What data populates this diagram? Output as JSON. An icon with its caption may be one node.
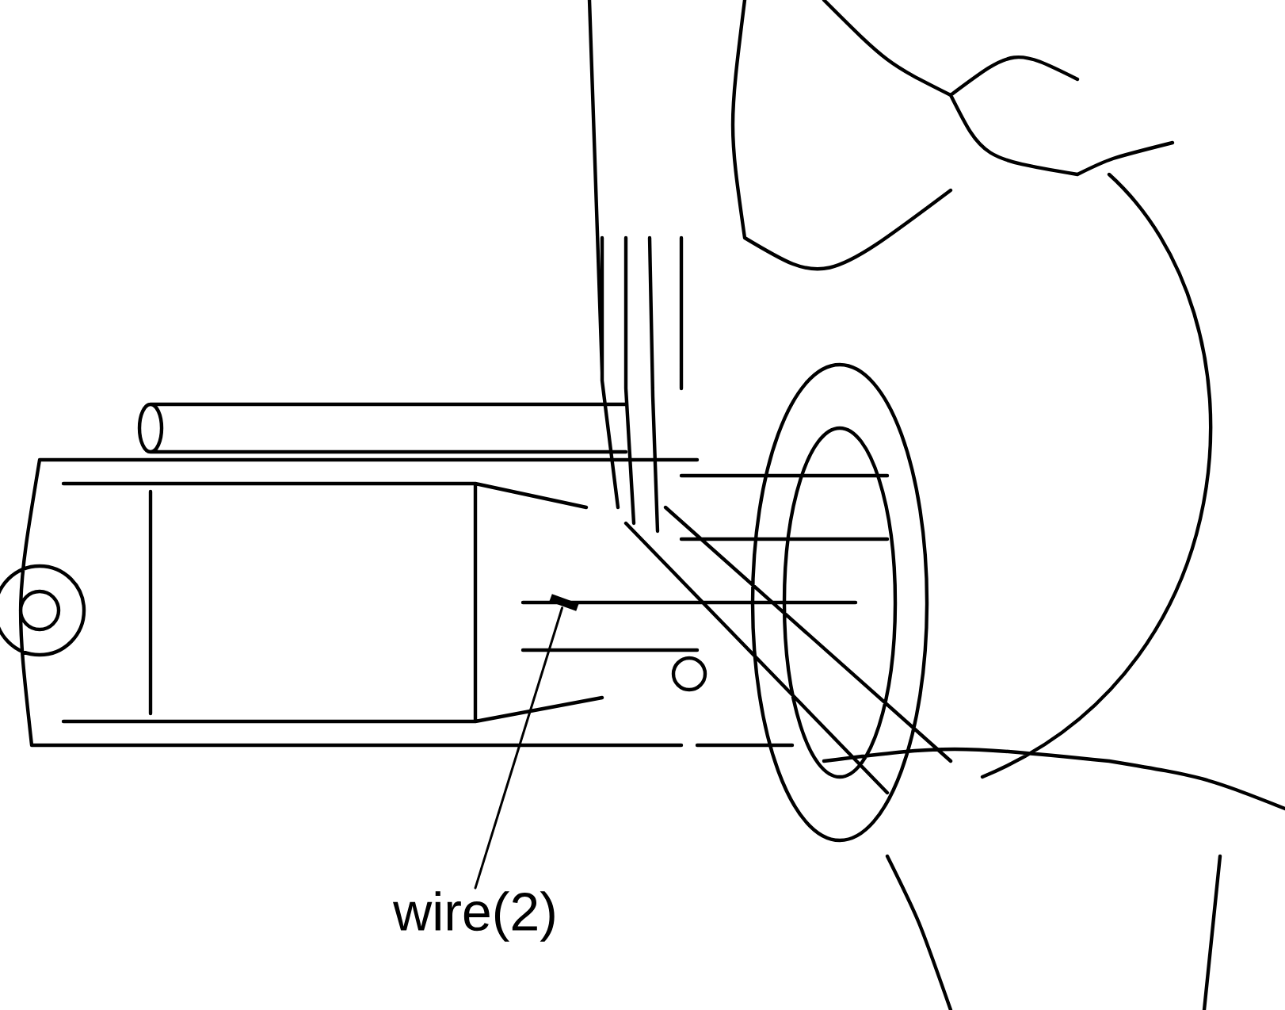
{
  "diagram": {
    "nodes": [
      {
        "text": [
          "wire(2)"
        ]
      },
      {
        "text": [],
        "shape": "bar"
      }
    ],
    "edges": [
      {
        "from": 0,
        "to": 1,
        "arrow": "none"
      }
    ]
  }
}
